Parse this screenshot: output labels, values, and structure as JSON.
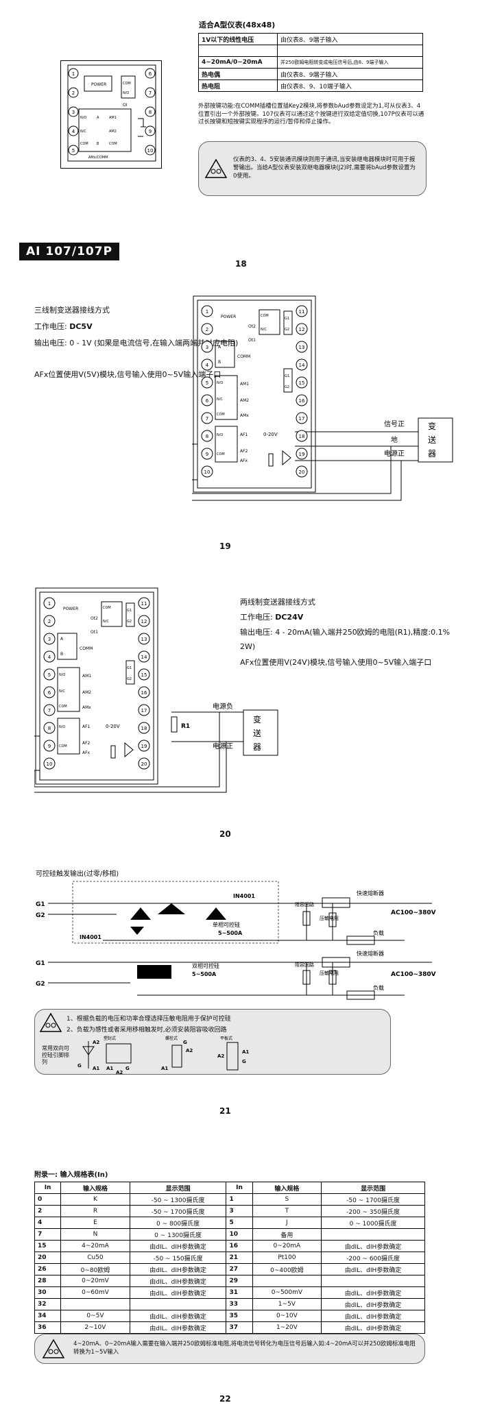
{
  "p18": {
    "title": "适合A型仪表(48x48)",
    "rows": [
      [
        "1V以下的线性电压",
        "由仪表8、9端子输入"
      ],
      [
        "",
        ""
      ],
      [
        "4~20mA/0~20mA",
        "并250欧姆电阻转变成电压信号后,由8、9端子输入"
      ],
      [
        "热电偶",
        "由仪表8、9端子输入"
      ],
      [
        "热电阻",
        "由仪表8、9、10端子输入"
      ]
    ],
    "desc": "外部按键功能:在COMM插槽位置插Key2模块,将参数bAud参数设定为1,可从仪表3、4位置引出一个外部按键。107仪表可以通过这个按键进行双给定值切换,107P仪表可以通过长按键和短按键实现程序的运行/暂停和停止操作。",
    "note": "仪表的3、4、5安装通讯模块则用于通讯,当安装继电器模块时可用于报警输出。当给A型仪表安装双继电器模块(J2)时,需要将bAud参数设置为0使用。",
    "diagram": {
      "power": "POWER",
      "oi": "OI",
      "amx": "AMx/COMM",
      "no": "N/O",
      "nc": "N/C",
      "com": "COM",
      "am1": "AM1",
      "am2": "AM2",
      "a": "A",
      "b": "B",
      "pins": [
        "1",
        "2",
        "3",
        "4",
        "5",
        "6",
        "7",
        "8",
        "9",
        "10"
      ]
    },
    "pageno": "18"
  },
  "banner": "AI 107/107P",
  "p19": {
    "title": "三线制变送器接线方式",
    "line1_label": "工作电压:",
    "line1_value": "DC5V",
    "line2": "输出电压: 0 - 1V (如果是电流信号,在输入端两端并对应电阻)",
    "line3": "AFx位置使用V(5V)模块,信号输入使用0~5V输入端子口",
    "signal_pos": "信号正",
    "ground": "地",
    "power_pos": "电源正",
    "transmitter": "变送器",
    "range": "0-20V",
    "pageno": "19"
  },
  "p20": {
    "title": "两线制变送器接线方式",
    "line1_label": "工作电压:",
    "line1_value": "DC24V",
    "line2": "输出电压: 4 - 20mA(输入端并250欧姆的电阻(R1),精度:0.1% 2W)",
    "line3": "AFx位置使用V(24V)模块,信号输入使用0~5V输入端子口",
    "power_neg": "电源负",
    "power_pos": "电源正",
    "r1": "R1",
    "transmitter": "变送器",
    "range": "0-20V",
    "pageno": "20"
  },
  "terminal": {
    "power": "POWER",
    "comm": "COMM",
    "amx": "AMx",
    "afx": "AFx",
    "am1": "AM1",
    "am2": "AM2",
    "af1": "AF1",
    "af2": "AF2",
    "ot1": "Ot1",
    "ot2": "Ot2",
    "g1": "G1",
    "g2": "G2",
    "no": "N/O",
    "nc": "N/C",
    "com": "COM",
    "a": "A",
    "b": "B",
    "left": [
      "1",
      "2",
      "3",
      "4",
      "5",
      "6",
      "7",
      "8",
      "9",
      "10"
    ],
    "right": [
      "11",
      "12",
      "13",
      "14",
      "15",
      "16",
      "17",
      "18",
      "19",
      "20"
    ]
  },
  "p21": {
    "title": "可控硅触发输出(过零/移相)",
    "g1": "G1",
    "g2": "G2",
    "in4001": "IN4001",
    "scr1_a": "单相可控硅",
    "scr1_b": "5~500A",
    "scr2_a": "双相可控硅",
    "scr2_b": "5~500A",
    "fuse": "快速熔断器",
    "ac": "AC100~380V",
    "load": "负载",
    "rc": "阻容回路",
    "varistor": "压敏电阻",
    "note1": "1、根据负载的电压和功率合理选择压敏电阻用于保护可控硅",
    "note2": "2、负载为感性或者采用移相触发时,必须安装阻容吸收回路",
    "pins_title": "常用双向可控硅引脚排列",
    "pkg1": "塑封式",
    "pkg2": "螺栓式",
    "pkg3": "平板式",
    "a1": "A1",
    "a2": "A2",
    "g": "G",
    "pageno": "21"
  },
  "p22": {
    "title": "附录一: 输入规格表(In)",
    "headers": [
      "In",
      "输入规格",
      "显示范围",
      "In",
      "输入规格",
      "显示范围"
    ],
    "rows": [
      [
        "0",
        "K",
        "-50 ~ 1300摄氏度",
        "1",
        "S",
        "-50 ~ 1700摄氏度"
      ],
      [
        "2",
        "R",
        "-50 ~ 1700摄氏度",
        "3",
        "T",
        "-200 ~ 350摄氏度"
      ],
      [
        "4",
        "E",
        "0 ~ 800摄氏度",
        "5",
        "J",
        "0 ~ 1000摄氏度"
      ],
      [
        "7",
        "N",
        "0 ~ 1300摄氏度",
        "10",
        "备用",
        ""
      ],
      [
        "15",
        "4~20mA",
        "由dIL、dIH参数确定",
        "16",
        "0~20mA",
        "由dIL、dIH参数确定"
      ],
      [
        "20",
        "Cu50",
        "-50 ~ 150摄氏度",
        "21",
        "Pt100",
        "-200 ~ 600摄氏度"
      ],
      [
        "26",
        "0~80欧姆",
        "由dIL、dIH参数确定",
        "27",
        "0~400欧姆",
        "由dIL、dIH参数确定"
      ],
      [
        "28",
        "0~20mV",
        "由dIL、dIH参数确定",
        "29",
        "",
        ""
      ],
      [
        "30",
        "0~60mV",
        "由dIL、dIH参数确定",
        "31",
        "0~500mV",
        "由dIL、dIH参数确定"
      ],
      [
        "32",
        "",
        "",
        "33",
        "1~5V",
        "由dIL、dIH参数确定"
      ],
      [
        "34",
        "0~5V",
        "由dIL、dIH参数确定",
        "35",
        "0~10V",
        "由dIL、dIH参数确定"
      ],
      [
        "36",
        "2~10V",
        "由dIL、dIH参数确定",
        "37",
        "1~20V",
        "由dIL、dIH参数确定"
      ]
    ],
    "note": "4~20mA、0~20mA输入需要在输入端并250欧姆标准电阻,将电流信号转化为电压信号后输入如:4~20mA可以并250欧姆标准电阻转换为1~5V输入",
    "pageno": "22"
  }
}
